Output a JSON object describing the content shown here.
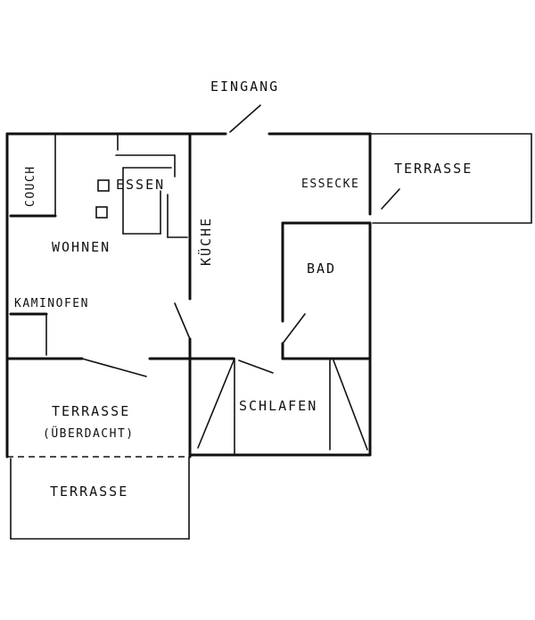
{
  "plan": {
    "labels": {
      "entrance": "EINGANG",
      "couch": "COUCH",
      "dining": "ESSEN",
      "living": "WOHNEN",
      "kitchen": "KÜCHE",
      "stove": "KAMINOFEN",
      "dining_corner": "ESSECKE",
      "terrace_right": "TERRASSE",
      "bath": "BAD",
      "bedroom": "SCHLAFEN",
      "terrace_covered": "TERRASSE",
      "terrace_covered_note": "(ÜBERDACHT)",
      "terrace_bottom": "TERRASSE"
    },
    "colors": {
      "ink": "#111111",
      "paper": "#ffffff"
    }
  }
}
